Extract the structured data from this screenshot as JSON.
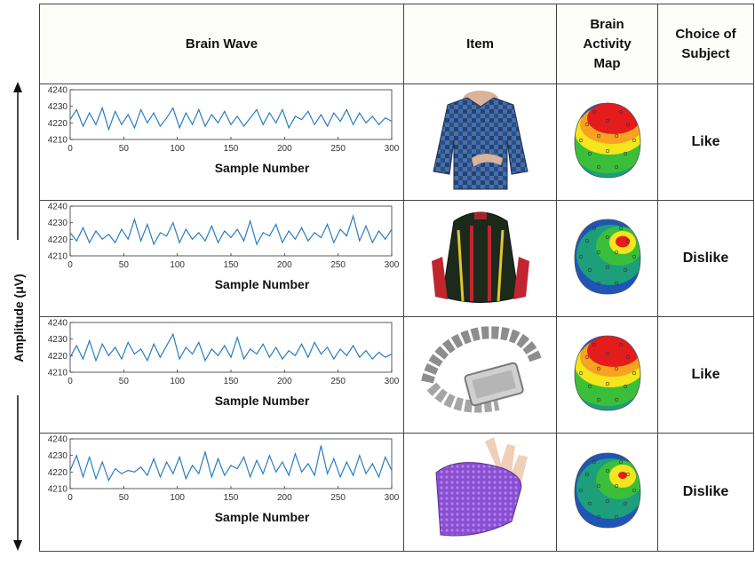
{
  "header": {
    "col1": "Brain Wave",
    "col2": "Item",
    "col3_lines": [
      "Brain",
      "Activity",
      "Map"
    ],
    "col4_lines": [
      "Choice of",
      "Subject"
    ]
  },
  "y_axis_label": "Amplitude (μV)",
  "rows": [
    {
      "item_icon": "shirt-icon",
      "choice": "Like"
    },
    {
      "item_icon": "backpack-icon",
      "choice": "Dislike"
    },
    {
      "item_icon": "bracelet-icon",
      "choice": "Like"
    },
    {
      "item_icon": "glove-icon",
      "choice": "Dislike"
    }
  ],
  "chart_data": [
    {
      "type": "line",
      "xlabel": "Sample Number",
      "ylabel": "",
      "xlim": [
        0,
        300
      ],
      "ylim": [
        4210,
        4240
      ],
      "xticks": [
        0,
        50,
        100,
        150,
        200,
        250,
        300
      ],
      "yticks": [
        4210,
        4220,
        4230,
        4240
      ],
      "x": [
        0,
        6,
        12,
        18,
        24,
        30,
        36,
        42,
        48,
        54,
        60,
        66,
        72,
        78,
        84,
        90,
        96,
        102,
        108,
        114,
        120,
        126,
        132,
        138,
        144,
        150,
        156,
        162,
        168,
        174,
        180,
        186,
        192,
        198,
        204,
        210,
        216,
        222,
        228,
        234,
        240,
        246,
        252,
        258,
        264,
        270,
        276,
        282,
        288,
        294,
        300
      ],
      "series": [
        {
          "values": [
            4222,
            4228,
            4218,
            4226,
            4219,
            4229,
            4216,
            4227,
            4219,
            4225,
            4217,
            4228,
            4220,
            4226,
            4218,
            4223,
            4229,
            4217,
            4226,
            4219,
            4228,
            4218,
            4225,
            4220,
            4227,
            4219,
            4224,
            4218,
            4223,
            4228,
            4219,
            4226,
            4220,
            4228,
            4217,
            4224,
            4222,
            4227,
            4219,
            4225,
            4218,
            4226,
            4221,
            4228,
            4219,
            4226,
            4220,
            4224,
            4219,
            4223,
            4221
          ]
        }
      ]
    },
    {
      "type": "line",
      "xlabel": "Sample Number",
      "ylabel": "",
      "xlim": [
        0,
        300
      ],
      "ylim": [
        4210,
        4240
      ],
      "xticks": [
        0,
        50,
        100,
        150,
        200,
        250,
        300
      ],
      "yticks": [
        4210,
        4220,
        4230,
        4240
      ],
      "x": [
        0,
        6,
        12,
        18,
        24,
        30,
        36,
        42,
        48,
        54,
        60,
        66,
        72,
        78,
        84,
        90,
        96,
        102,
        108,
        114,
        120,
        126,
        132,
        138,
        144,
        150,
        156,
        162,
        168,
        174,
        180,
        186,
        192,
        198,
        204,
        210,
        216,
        222,
        228,
        234,
        240,
        246,
        252,
        258,
        264,
        270,
        276,
        282,
        288,
        294,
        300
      ],
      "series": [
        {
          "values": [
            4224,
            4219,
            4227,
            4218,
            4225,
            4220,
            4223,
            4218,
            4226,
            4220,
            4232,
            4219,
            4229,
            4217,
            4224,
            4222,
            4230,
            4218,
            4226,
            4220,
            4224,
            4219,
            4228,
            4218,
            4225,
            4221,
            4226,
            4219,
            4231,
            4217,
            4224,
            4222,
            4229,
            4218,
            4225,
            4220,
            4227,
            4219,
            4224,
            4221,
            4229,
            4218,
            4226,
            4222,
            4234,
            4219,
            4228,
            4218,
            4225,
            4220,
            4226
          ]
        }
      ]
    },
    {
      "type": "line",
      "xlabel": "Sample Number",
      "ylabel": "",
      "xlim": [
        0,
        300
      ],
      "ylim": [
        4210,
        4240
      ],
      "xticks": [
        0,
        50,
        100,
        150,
        200,
        250,
        300
      ],
      "yticks": [
        4210,
        4220,
        4230,
        4240
      ],
      "x": [
        0,
        6,
        12,
        18,
        24,
        30,
        36,
        42,
        48,
        54,
        60,
        66,
        72,
        78,
        84,
        90,
        96,
        102,
        108,
        114,
        120,
        126,
        132,
        138,
        144,
        150,
        156,
        162,
        168,
        174,
        180,
        186,
        192,
        198,
        204,
        210,
        216,
        222,
        228,
        234,
        240,
        246,
        252,
        258,
        264,
        270,
        276,
        282,
        288,
        294,
        300
      ],
      "series": [
        {
          "values": [
            4219,
            4226,
            4218,
            4229,
            4217,
            4227,
            4220,
            4225,
            4218,
            4228,
            4221,
            4224,
            4217,
            4227,
            4219,
            4226,
            4233,
            4218,
            4225,
            4221,
            4228,
            4217,
            4224,
            4220,
            4226,
            4219,
            4231,
            4218,
            4224,
            4221,
            4227,
            4219,
            4225,
            4218,
            4223,
            4220,
            4227,
            4219,
            4228,
            4221,
            4225,
            4218,
            4224,
            4220,
            4226,
            4219,
            4223,
            4218,
            4222,
            4219,
            4221
          ]
        }
      ]
    },
    {
      "type": "line",
      "xlabel": "Sample Number",
      "ylabel": "",
      "xlim": [
        0,
        300
      ],
      "ylim": [
        4210,
        4240
      ],
      "xticks": [
        0,
        50,
        100,
        150,
        200,
        250,
        300
      ],
      "yticks": [
        4210,
        4220,
        4230,
        4240
      ],
      "x": [
        0,
        6,
        12,
        18,
        24,
        30,
        36,
        42,
        48,
        54,
        60,
        66,
        72,
        78,
        84,
        90,
        96,
        102,
        108,
        114,
        120,
        126,
        132,
        138,
        144,
        150,
        156,
        162,
        168,
        174,
        180,
        186,
        192,
        198,
        204,
        210,
        216,
        222,
        228,
        234,
        240,
        246,
        252,
        258,
        264,
        270,
        276,
        282,
        288,
        294,
        300
      ],
      "series": [
        {
          "values": [
            4221,
            4230,
            4217,
            4229,
            4216,
            4226,
            4215,
            4222,
            4219,
            4221,
            4220,
            4223,
            4218,
            4228,
            4217,
            4226,
            4219,
            4229,
            4216,
            4224,
            4219,
            4232,
            4217,
            4228,
            4218,
            4224,
            4222,
            4229,
            4217,
            4227,
            4219,
            4230,
            4220,
            4226,
            4218,
            4231,
            4220,
            4225,
            4218,
            4236,
            4219,
            4228,
            4217,
            4226,
            4218,
            4230,
            4219,
            4225,
            4217,
            4229,
            4221
          ]
        }
      ]
    }
  ],
  "maps": [
    {
      "hot": "red-front",
      "colors": [
        "#e41c1c",
        "#f8a21f",
        "#f5e51c",
        "#3bbf3a",
        "#1c9f7a",
        "#1f55b6"
      ]
    },
    {
      "hot": "right-spot",
      "colors": [
        "#e41c1c",
        "#f5e51c",
        "#3bbf3a",
        "#1c9f7a",
        "#1f55b6"
      ]
    },
    {
      "hot": "red-front",
      "colors": [
        "#e41c1c",
        "#f8a21f",
        "#f5e51c",
        "#3bbf3a",
        "#1c9f7a",
        "#1f55b6"
      ]
    },
    {
      "hot": "right-spot-small",
      "colors": [
        "#e41c1c",
        "#f5e51c",
        "#3bbf3a",
        "#1c9f7a",
        "#1f55b6"
      ]
    }
  ]
}
